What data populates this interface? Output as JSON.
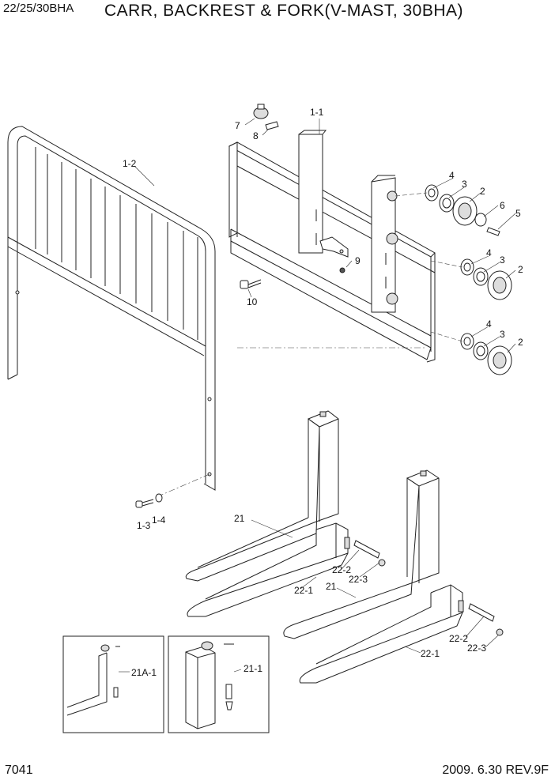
{
  "header": {
    "model": "22/25/30BHA",
    "title": "CARR, BACKREST & FORK(V-MAST, 30BHA)"
  },
  "footer": {
    "page_number": "7041",
    "revision": "2009. 6.30 REV.9F"
  },
  "callouts": {
    "c_1_1": "1-1",
    "c_1_2": "1-2",
    "c_1_3": "1-3",
    "c_1_4": "1-4",
    "c_7": "7",
    "c_8": "8",
    "c_9": "9",
    "c_10": "10",
    "c_4a": "4",
    "c_3a": "3",
    "c_2a": "2",
    "c_6": "6",
    "c_5": "5",
    "c_4b": "4",
    "c_3b": "3",
    "c_2b": "2",
    "c_4c": "4",
    "c_3c": "3",
    "c_2c": "2",
    "c_21a": "21",
    "c_22_2a": "22-2",
    "c_22_3a": "22-3",
    "c_22_1a": "22-1",
    "c_21b": "21",
    "c_22_2b": "22-2",
    "c_22_3b": "22-3",
    "c_22_1b": "22-1",
    "c_21a_1": "21A-1",
    "c_21_1": "21-1"
  }
}
